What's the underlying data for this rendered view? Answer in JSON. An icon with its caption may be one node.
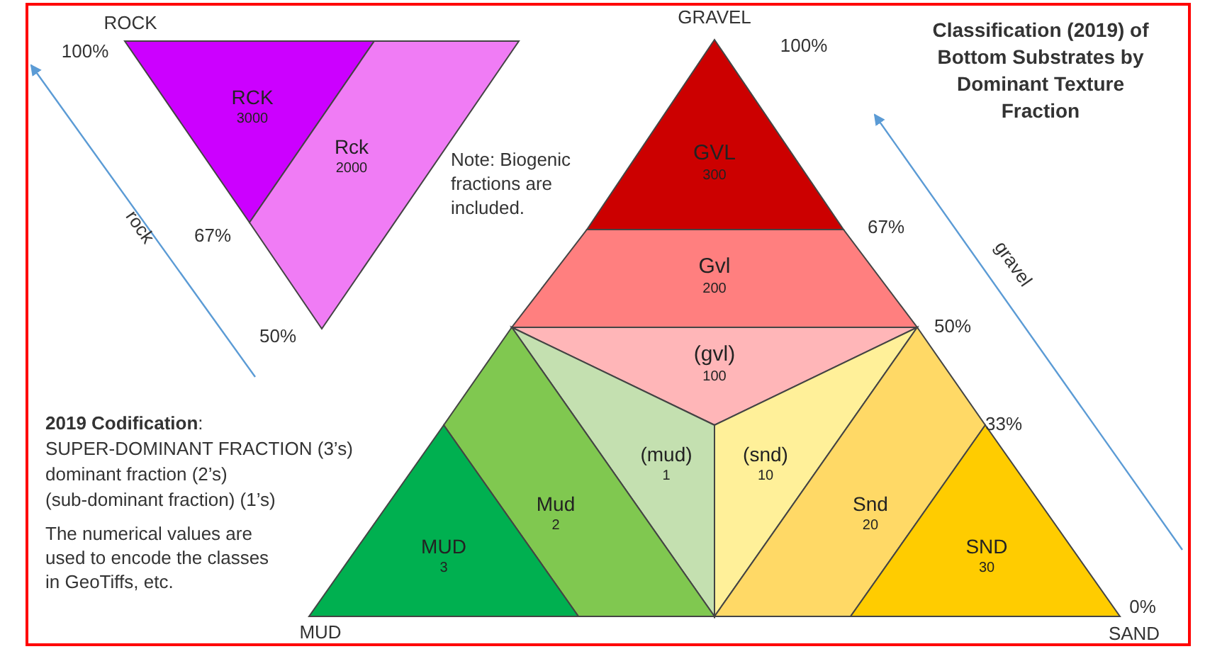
{
  "diagram": {
    "title": "Classification (2019) of Bottom Substrates by Dominant Texture Fraction",
    "nodes": [
      {
        "text": [
          "RCK",
          "3000"
        ]
      },
      {
        "text": [
          "Rck",
          "2000"
        ]
      },
      {
        "text": [
          "GVL",
          "300"
        ]
      },
      {
        "text": [
          "Gvl",
          "200"
        ]
      },
      {
        "text": [
          "(gvl)",
          "100"
        ]
      },
      {
        "text": [
          "(mud)",
          "1"
        ]
      },
      {
        "text": [
          "(snd)",
          "10"
        ]
      },
      {
        "text": [
          "Mud",
          "2"
        ]
      },
      {
        "text": [
          "Snd",
          "20"
        ]
      },
      {
        "text": [
          "MUD",
          "3"
        ]
      },
      {
        "text": [
          "SND",
          "30"
        ]
      }
    ],
    "labels": [
      "ROCK",
      "100%",
      "GRAVEL",
      "100%",
      "67%",
      "rock",
      "67%",
      "Note: Biogenic fractions are included.",
      "50%",
      "gravel",
      "50%",
      "33%",
      "**2019 Codification**:",
      "SUPER-DOMINANT FRACTION (3’s)",
      "dominant fraction (2’s)",
      "(sub-dominant fraction) (1’s)",
      "The numerical values are used to encode the classes in GeoTiffs, etc.",
      "MUD",
      "0%",
      "SAND"
    ]
  }
}
